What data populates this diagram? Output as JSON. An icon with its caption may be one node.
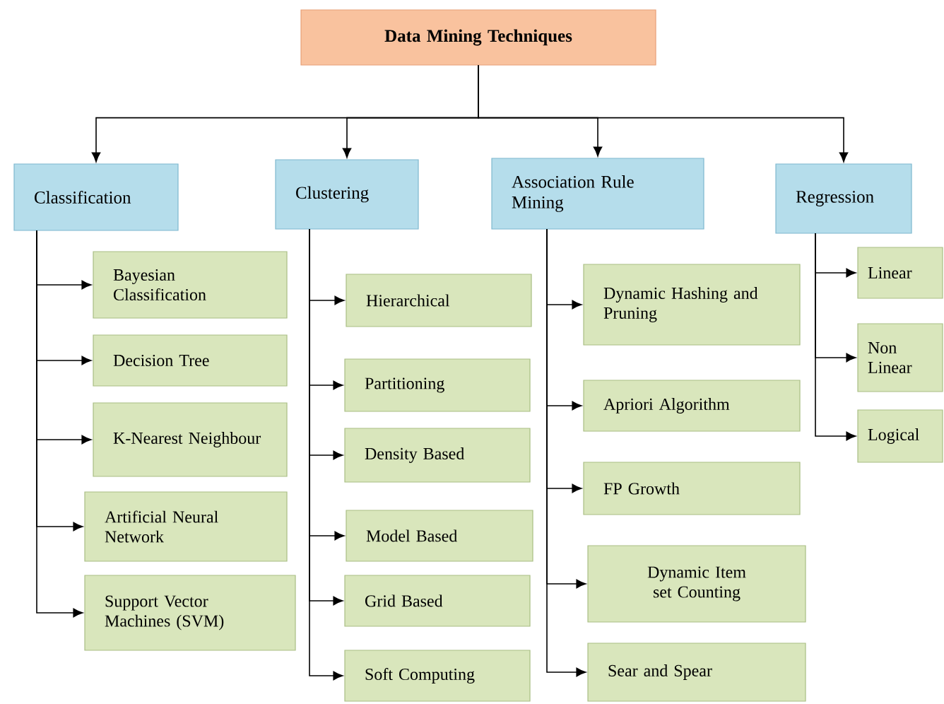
{
  "diagram": {
    "nodes": [
      {
        "text": [
          "Data Mining Techniques"
        ]
      },
      {
        "text": [
          "Classification"
        ]
      },
      {
        "text": [
          "Clustering"
        ]
      },
      {
        "text": [
          "Association Rule Mining"
        ]
      },
      {
        "text": [
          "Regression"
        ]
      },
      {
        "text": [
          "Bayesian Classification"
        ]
      },
      {
        "text": [
          "Decision Tree"
        ]
      },
      {
        "text": [
          "K-Nearest Neighbour"
        ]
      },
      {
        "text": [
          "Artificial Neural Network"
        ]
      },
      {
        "text": [
          "Support Vector Machines (SVM)"
        ]
      },
      {
        "text": [
          "Hierarchical"
        ]
      },
      {
        "text": [
          "Partitioning"
        ]
      },
      {
        "text": [
          "Density Based"
        ]
      },
      {
        "text": [
          "Model Based"
        ]
      },
      {
        "text": [
          "Grid Based"
        ]
      },
      {
        "text": [
          "Soft Computing"
        ]
      },
      {
        "text": [
          "Dynamic Hashing and Pruning"
        ]
      },
      {
        "text": [
          "Apriori Algorithm"
        ]
      },
      {
        "text": [
          "FP Growth"
        ]
      },
      {
        "text": [
          "Dynamic Item set Counting"
        ]
      },
      {
        "text": [
          "Sear and Spear"
        ]
      },
      {
        "text": [
          "Linear"
        ]
      },
      {
        "text": [
          "Non Linear"
        ]
      },
      {
        "text": [
          "Logical"
        ]
      }
    ],
    "edges": [
      {
        "from": 0,
        "to": 1,
        "arrow": "to"
      },
      {
        "from": 0,
        "to": 2,
        "arrow": "to"
      },
      {
        "from": 0,
        "to": 3,
        "arrow": "to"
      },
      {
        "from": 0,
        "to": 4,
        "arrow": "to"
      },
      {
        "from": 1,
        "to": 5,
        "arrow": "to"
      },
      {
        "from": 1,
        "to": 6,
        "arrow": "to"
      },
      {
        "from": 1,
        "to": 7,
        "arrow": "to"
      },
      {
        "from": 1,
        "to": 8,
        "arrow": "to"
      },
      {
        "from": 1,
        "to": 9,
        "arrow": "to"
      },
      {
        "from": 2,
        "to": 10,
        "arrow": "to"
      },
      {
        "from": 2,
        "to": 11,
        "arrow": "to"
      },
      {
        "from": 2,
        "to": 12,
        "arrow": "to"
      },
      {
        "from": 2,
        "to": 13,
        "arrow": "to"
      },
      {
        "from": 2,
        "to": 14,
        "arrow": "to"
      },
      {
        "from": 2,
        "to": 15,
        "arrow": "to"
      },
      {
        "from": 3,
        "to": 16,
        "arrow": "to"
      },
      {
        "from": 3,
        "to": 17,
        "arrow": "to"
      },
      {
        "from": 3,
        "to": 18,
        "arrow": "to"
      },
      {
        "from": 3,
        "to": 19,
        "arrow": "to"
      },
      {
        "from": 3,
        "to": 20,
        "arrow": "to"
      },
      {
        "from": 4,
        "to": 21,
        "arrow": "to"
      },
      {
        "from": 4,
        "to": 22,
        "arrow": "to"
      },
      {
        "from": 4,
        "to": 23,
        "arrow": "to"
      }
    ]
  }
}
